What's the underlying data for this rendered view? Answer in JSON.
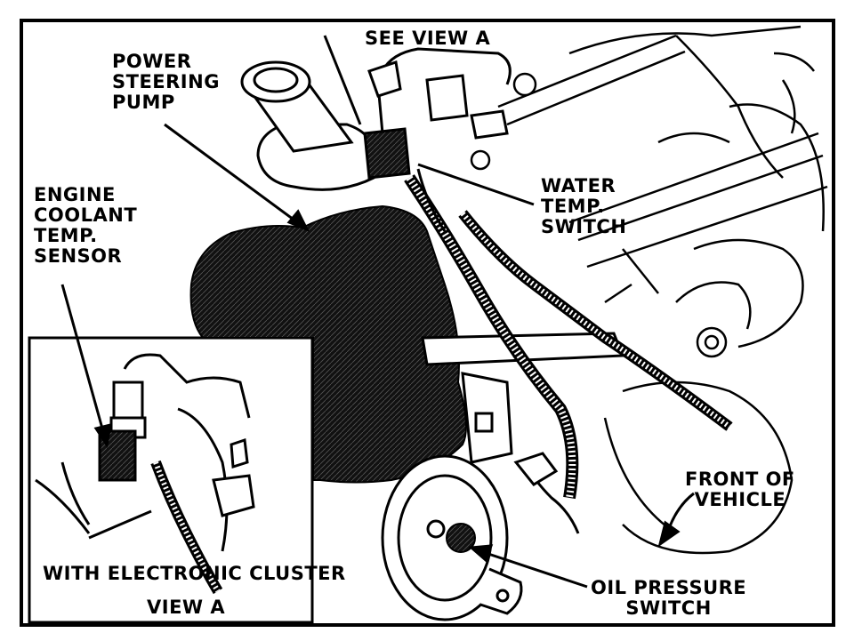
{
  "labels": {
    "see_view_a": "SEE VIEW A",
    "power_steering_pump": [
      "POWER",
      "STEERING",
      "PUMP"
    ],
    "engine_coolant_temp_sensor": [
      "ENGINE",
      "COOLANT",
      "TEMP.",
      "SENSOR"
    ],
    "water_temp_switch": [
      "WATER",
      "TEMP.",
      "SWITCH"
    ],
    "front_of_vehicle": [
      "FRONT OF",
      "VEHICLE"
    ],
    "oil_pressure_switch": [
      "OIL PRESSURE",
      "SWITCH"
    ],
    "with_electronic_cluster": "WITH ELECTRONIC CLUSTER",
    "view_a": "VIEW A"
  }
}
